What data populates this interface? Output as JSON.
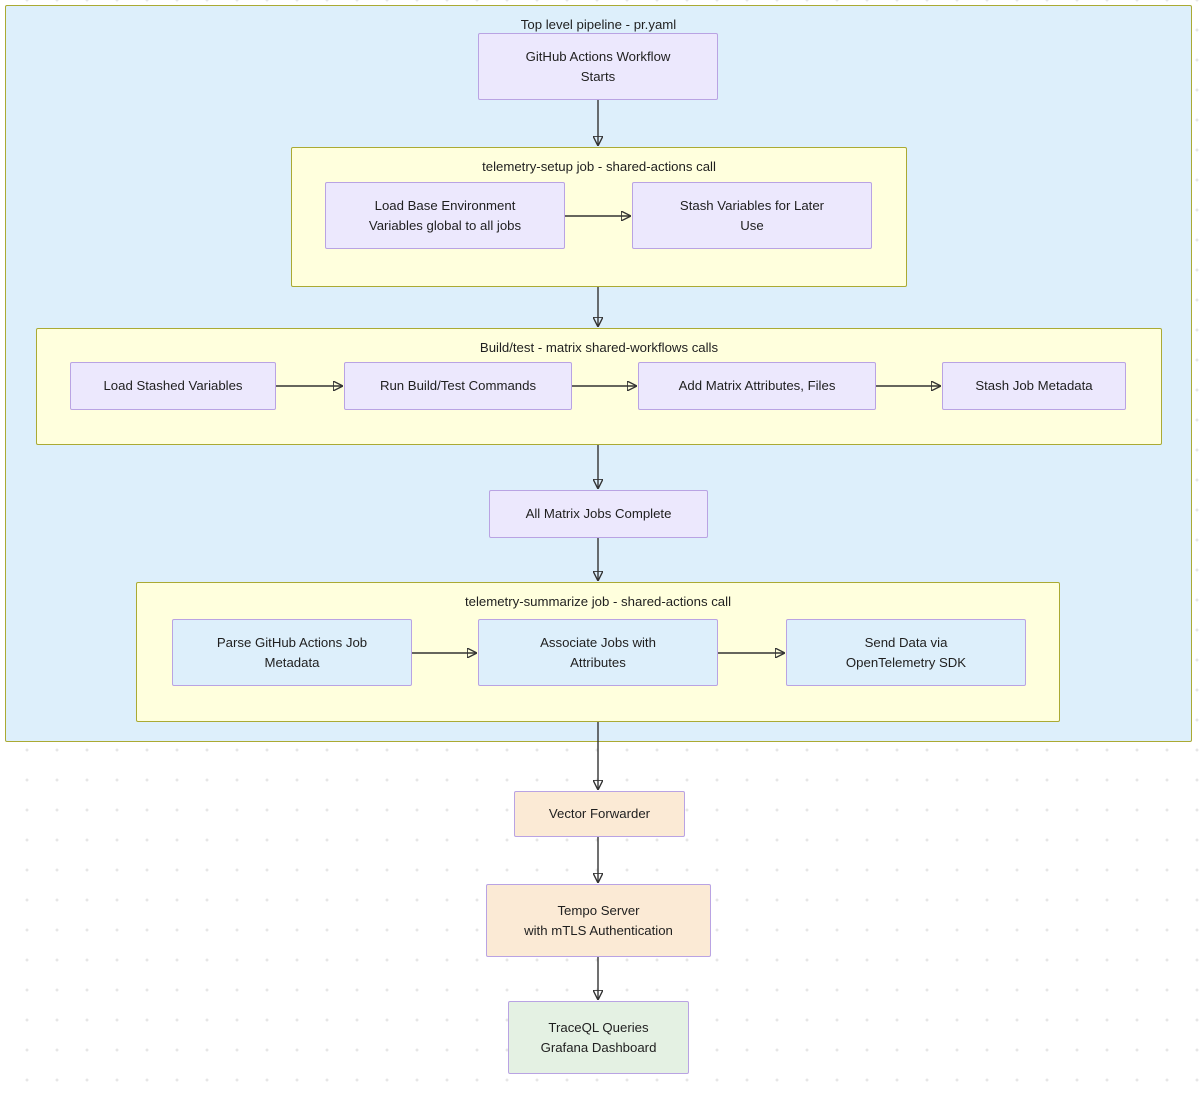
{
  "diagram": {
    "title_visible": false,
    "background": "#ffffff",
    "colors": {
      "outer_container_fill": "#ddeffb",
      "subgraph_fill": "#ffffdd",
      "subgraph_border": "#aaaa33",
      "node_border": "#b9a3e3",
      "node_fill_lavender": "#ece8fd",
      "node_fill_blue": "#ddeffb",
      "node_fill_peach": "#fbead5",
      "node_fill_green": "#e4f1e3",
      "edge_stroke": "#333333",
      "text": "#1f1f1f",
      "grid_dot": "#e6e6e6"
    }
  },
  "containers": {
    "top_level": {
      "label": "Top level pipeline - pr.yaml"
    },
    "telemetry_setup": {
      "label": "telemetry-setup job - shared-actions call"
    },
    "build_test": {
      "label": "Build/test - matrix shared-workflows calls"
    },
    "telemetry_summarize": {
      "label": "telemetry-summarize job - shared-actions call"
    }
  },
  "nodes": {
    "workflow_start": {
      "label": "GitHub Actions Workflow\nStarts"
    },
    "load_base_env": {
      "label": "Load Base Environment\nVariables global to all jobs"
    },
    "stash_variables": {
      "label": "Stash Variables for Later\nUse"
    },
    "load_stashed": {
      "label": "Load Stashed Variables"
    },
    "run_build_test": {
      "label": "Run Build/Test Commands"
    },
    "add_matrix_attrs": {
      "label": "Add Matrix Attributes, Files"
    },
    "stash_job_metadata": {
      "label": "Stash Job Metadata"
    },
    "all_matrix_complete": {
      "label": "All Matrix Jobs Complete"
    },
    "parse_metadata": {
      "label": "Parse GitHub Actions Job\nMetadata"
    },
    "associate_jobs": {
      "label": "Associate Jobs with\nAttributes"
    },
    "send_data": {
      "label": "Send Data via\nOpenTelemetry SDK"
    },
    "vector_forwarder": {
      "label": "Vector Forwarder"
    },
    "tempo_server": {
      "label": "Tempo Server\nwith mTLS Authentication"
    },
    "traceql_queries": {
      "label": "TraceQL Queries\nGrafana Dashboard"
    }
  },
  "edges": [
    {
      "from": "workflow_start",
      "to": "telemetry_setup",
      "arrow": true
    },
    {
      "from": "load_base_env",
      "to": "stash_variables",
      "arrow": true
    },
    {
      "from": "telemetry_setup",
      "to": "build_test",
      "arrow": true
    },
    {
      "from": "load_stashed",
      "to": "run_build_test",
      "arrow": true
    },
    {
      "from": "run_build_test",
      "to": "add_matrix_attrs",
      "arrow": true
    },
    {
      "from": "add_matrix_attrs",
      "to": "stash_job_metadata",
      "arrow": true
    },
    {
      "from": "build_test",
      "to": "all_matrix_complete",
      "arrow": true
    },
    {
      "from": "all_matrix_complete",
      "to": "telemetry_summarize",
      "arrow": true
    },
    {
      "from": "parse_metadata",
      "to": "associate_jobs",
      "arrow": true
    },
    {
      "from": "associate_jobs",
      "to": "send_data",
      "arrow": true
    },
    {
      "from": "telemetry_summarize",
      "to": "vector_forwarder",
      "arrow": true
    },
    {
      "from": "vector_forwarder",
      "to": "tempo_server",
      "arrow": true
    },
    {
      "from": "tempo_server",
      "to": "traceql_queries",
      "arrow": true
    }
  ]
}
